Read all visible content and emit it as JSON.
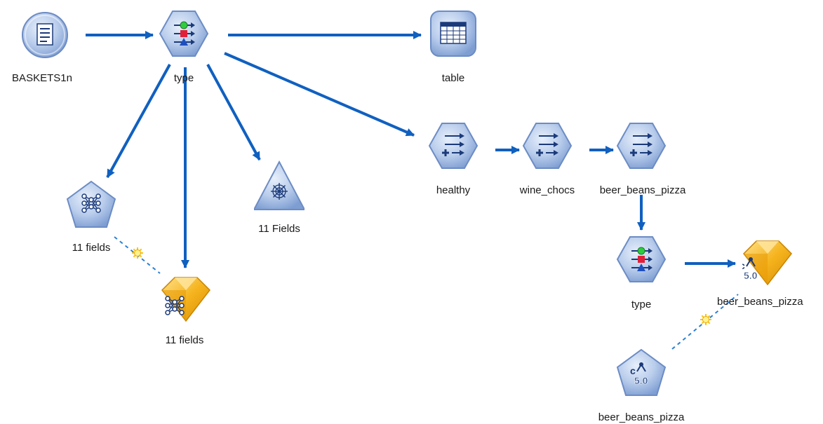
{
  "diagram": {
    "nodes": [
      {
        "id": "baskets",
        "label": "BASKETS1n",
        "icon": "var-file-source-icon"
      },
      {
        "id": "type1",
        "label": "type",
        "icon": "type-node-icon"
      },
      {
        "id": "table",
        "label": "table",
        "icon": "table-node-icon"
      },
      {
        "id": "healthy",
        "label": "healthy",
        "icon": "derive-node-icon"
      },
      {
        "id": "wine",
        "label": "wine_chocs",
        "icon": "derive-node-icon"
      },
      {
        "id": "bbp_derive",
        "label": "beer_beans_pizza",
        "icon": "derive-node-icon"
      },
      {
        "id": "nn_model",
        "label": "11 fields",
        "icon": "neural-net-model-icon"
      },
      {
        "id": "nn_nugget",
        "label": "11 fields",
        "icon": "neural-net-nugget-icon"
      },
      {
        "id": "web",
        "label": "11 Fields",
        "icon": "web-graph-icon"
      },
      {
        "id": "type2",
        "label": "type",
        "icon": "type-node-icon"
      },
      {
        "id": "c50_nugget",
        "label": "beer_beans_pizza",
        "icon": "c50-nugget-icon"
      },
      {
        "id": "c50_model",
        "label": "beer_beans_pizza",
        "icon": "c50-model-icon"
      }
    ],
    "links": [
      {
        "from": "baskets",
        "to": "type1",
        "style": "solid"
      },
      {
        "from": "type1",
        "to": "table",
        "style": "solid"
      },
      {
        "from": "type1",
        "to": "healthy",
        "style": "solid"
      },
      {
        "from": "healthy",
        "to": "wine",
        "style": "solid"
      },
      {
        "from": "wine",
        "to": "bbp_derive",
        "style": "solid"
      },
      {
        "from": "bbp_derive",
        "to": "type2",
        "style": "solid"
      },
      {
        "from": "type2",
        "to": "c50_nugget",
        "style": "solid"
      },
      {
        "from": "type1",
        "to": "nn_model",
        "style": "solid"
      },
      {
        "from": "type1",
        "to": "nn_nugget",
        "style": "solid"
      },
      {
        "from": "type1",
        "to": "web",
        "style": "solid"
      },
      {
        "from": "nn_model",
        "to": "nn_nugget",
        "style": "dashed"
      },
      {
        "from": "c50_model",
        "to": "c50_nugget",
        "style": "dashed"
      }
    ],
    "colors": {
      "link": "#1060c0",
      "node_fill": "#9fb9e0",
      "node_stroke": "#6c8cc4",
      "nugget": "#f2b21c",
      "glyph": "#1b3a7a"
    }
  }
}
